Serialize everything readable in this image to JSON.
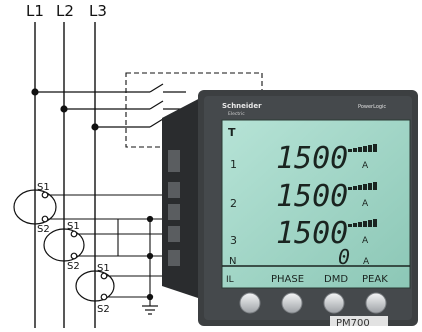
{
  "lines": {
    "l1": "L1",
    "l2": "L2",
    "l3": "L3"
  },
  "ct": {
    "s1": "S1",
    "s2": "S2"
  },
  "meter": {
    "brand": "Schneider",
    "brand_sub": "Electric",
    "product": "PowerLogic",
    "model": "PM700",
    "rows": [
      {
        "phase": "1",
        "value": "1500",
        "unit": "A"
      },
      {
        "phase": "2",
        "value": "1500",
        "unit": "A"
      },
      {
        "phase": "3",
        "value": "1500",
        "unit": "A"
      },
      {
        "phase": "N",
        "value": "0",
        "unit": "A"
      }
    ],
    "menu_marker": "IL",
    "softkeys": [
      "PHASE",
      "DMD",
      "PEAK"
    ],
    "buttons": 4
  },
  "colors": {
    "wire": "#111111",
    "lcd_bg": "#9fd3c4",
    "lcd_text": "#1a2420",
    "bezel": "#3c3f41",
    "button": "#d7d9dc"
  }
}
